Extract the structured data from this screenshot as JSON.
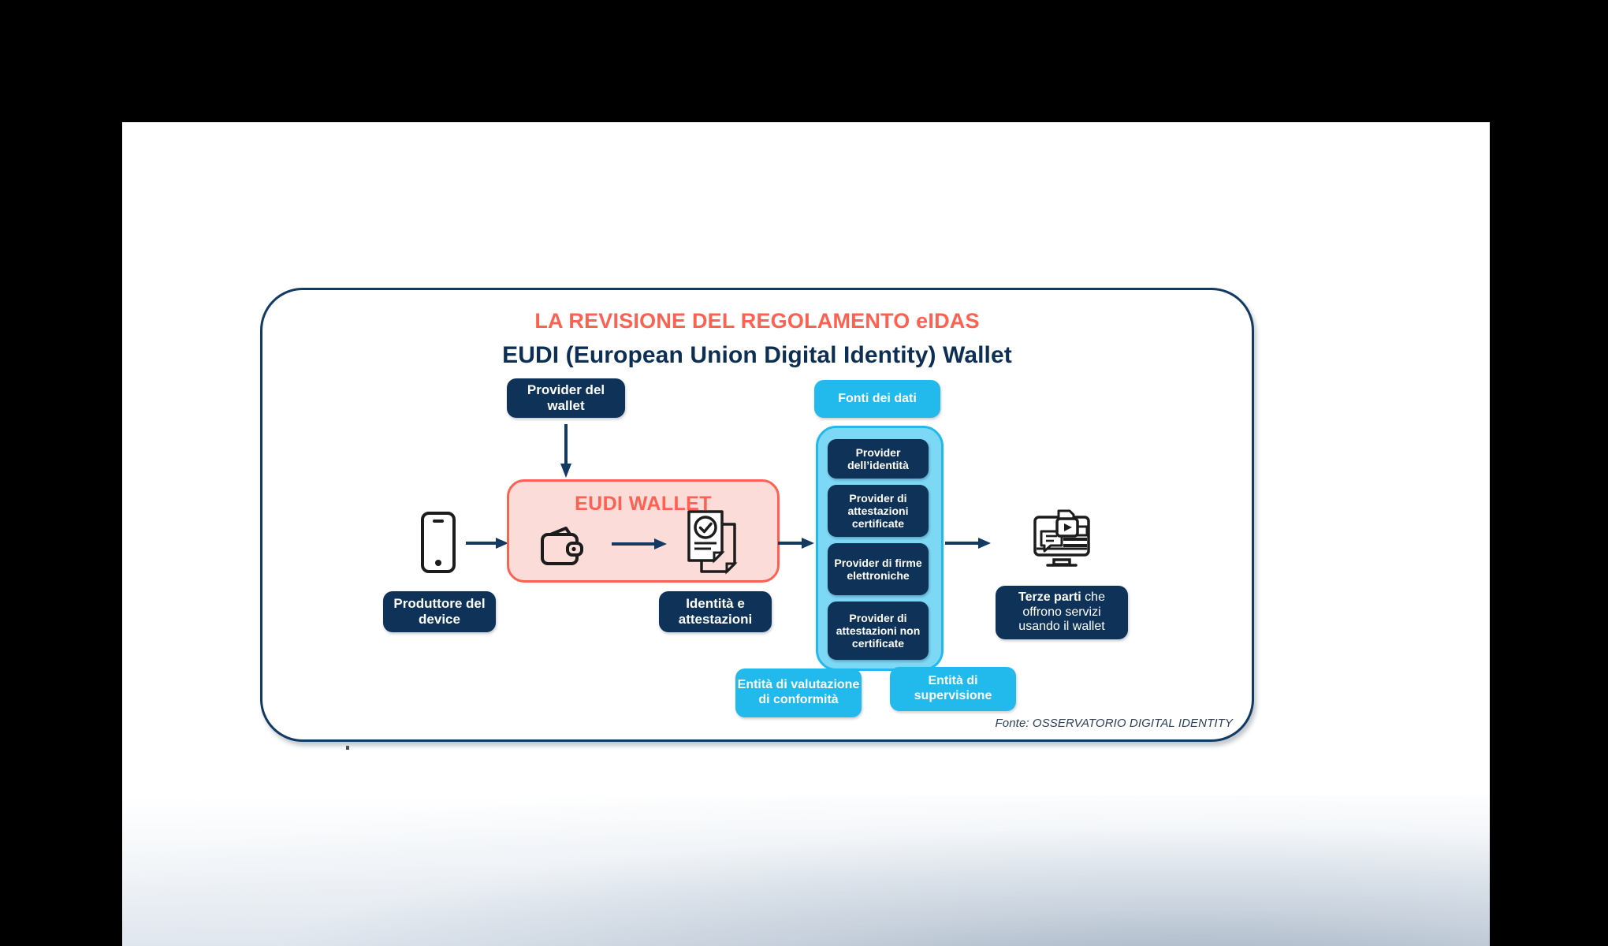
{
  "slide": {
    "title_main": "LA REVISIONE DEL REGOLAMENTO eIDAS",
    "title_sub": "EUDI (European Union Digital Identity) Wallet",
    "source_note": "Fonte: OSSERVATORIO DIGITAL IDENTITY"
  },
  "colors": {
    "coral": "#fd6152",
    "navy": "#0f3358",
    "navy_border": "#123a63",
    "cyan": "#22b9ec",
    "cyan_light": "#7dd8f5",
    "pink_fill": "#fbdcd8",
    "white": "#ffffff"
  },
  "nodes": {
    "provider_wallet": "Provider del wallet",
    "device_maker": "Produttore del device",
    "wallet_title": "EUDI WALLET",
    "identity_attestations": "Identità e attestazioni",
    "data_sources_header": "Fonti dei dati",
    "third_parties_bold": "Terze parti",
    "third_parties_rest": " che offrono servizi usando il wallet"
  },
  "data_sources": [
    {
      "label": "Provider dell’identità"
    },
    {
      "label": "Provider di attestazioni certificate"
    },
    {
      "label": "Provider di firme elettroniche"
    },
    {
      "label": "Provider di attestazioni non certificate"
    }
  ],
  "bottom_entities": [
    {
      "label": "Entità di valutazione di conformità"
    },
    {
      "label": "Entità di supervisione"
    }
  ],
  "icons": {
    "smartphone": "smartphone-icon",
    "wallet": "wallet-icon",
    "documents_verified": "documents-verified-icon",
    "monitor_services": "monitor-services-icon"
  },
  "arrows": [
    {
      "name": "arrow-provider-to-wallet",
      "direction": "down"
    },
    {
      "name": "arrow-device-to-wallet",
      "direction": "right"
    },
    {
      "name": "arrow-wallet-to-documents",
      "direction": "right"
    },
    {
      "name": "arrow-wallet-to-sources",
      "direction": "right"
    },
    {
      "name": "arrow-sources-to-thirdparties",
      "direction": "right"
    }
  ]
}
